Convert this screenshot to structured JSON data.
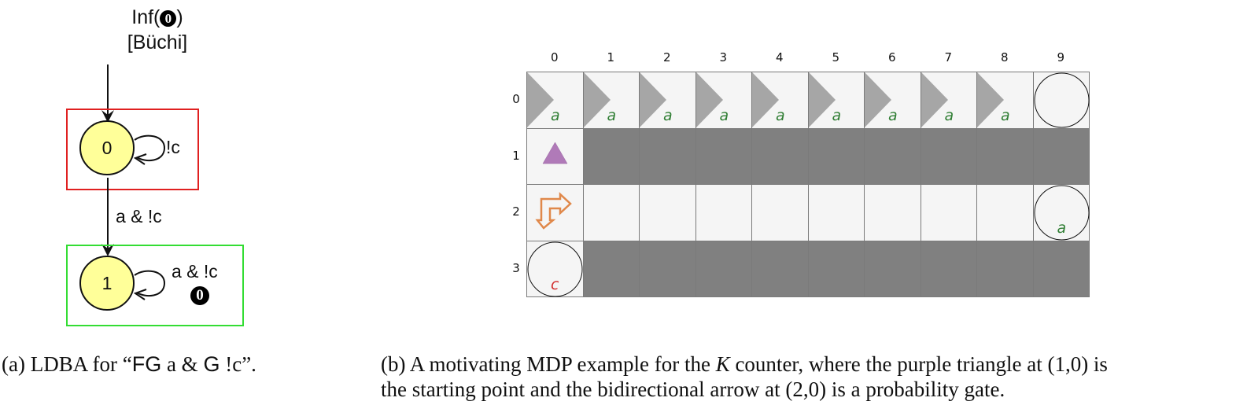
{
  "ldba": {
    "acceptance_title_prefix": "Inf(",
    "acceptance_mark": "0",
    "acceptance_title_suffix": ")",
    "acceptance_name": "[Büchi]",
    "states": [
      {
        "id": "0",
        "label": "0",
        "box_color": "#e02020",
        "fill": "#ffff99"
      },
      {
        "id": "1",
        "label": "1",
        "box_color": "#33dd33",
        "fill": "#ffff99"
      }
    ],
    "edges": [
      {
        "from": "init",
        "to": "0",
        "label": ""
      },
      {
        "from": "0",
        "to": "0",
        "label": "!c"
      },
      {
        "from": "0",
        "to": "1",
        "label": "a & !c"
      },
      {
        "from": "1",
        "to": "1",
        "label": "a & !c",
        "acceptance_mark": "0"
      }
    ]
  },
  "grid": {
    "columns": [
      "0",
      "1",
      "2",
      "3",
      "4",
      "5",
      "6",
      "7",
      "8",
      "9"
    ],
    "rows": [
      "0",
      "1",
      "2",
      "3"
    ],
    "colors": {
      "free": "#f5f5f5",
      "wall": "#808080",
      "arrow": "#a6a6a6",
      "label_a": "#2e7d32",
      "label_c": "#d32f2f",
      "start": "#b07ab8",
      "gate": "#e0884a"
    },
    "row_cells": [
      [
        "arrow-a",
        "arrow-a",
        "arrow-a",
        "arrow-a",
        "arrow-a",
        "arrow-a",
        "arrow-a",
        "arrow-a",
        "arrow-a",
        "circle"
      ],
      [
        "start",
        "wall",
        "wall",
        "wall",
        "wall",
        "wall",
        "wall",
        "wall",
        "wall",
        "wall"
      ],
      [
        "gate",
        "free",
        "free",
        "free",
        "free",
        "free",
        "free",
        "free",
        "free",
        "circle-a"
      ],
      [
        "circle-c",
        "wall",
        "wall",
        "wall",
        "wall",
        "wall",
        "wall",
        "wall",
        "wall",
        "wall"
      ]
    ],
    "label_a": "a",
    "label_c": "c"
  },
  "captions": {
    "a": {
      "prefix": "(a) LDBA for “",
      "formula_f": "FG",
      "formula_mid": " a & ",
      "formula_g": "G",
      "formula_end": " !c",
      "suffix": "”."
    },
    "b": {
      "line1_prefix": "(b) A motivating MDP example for the ",
      "line1_math": "K",
      "line1_suffix": " counter, where the purple triangle at (1,0) is",
      "line2": "the starting point and the bidirectional arrow at (2,0) is a probability gate."
    }
  }
}
